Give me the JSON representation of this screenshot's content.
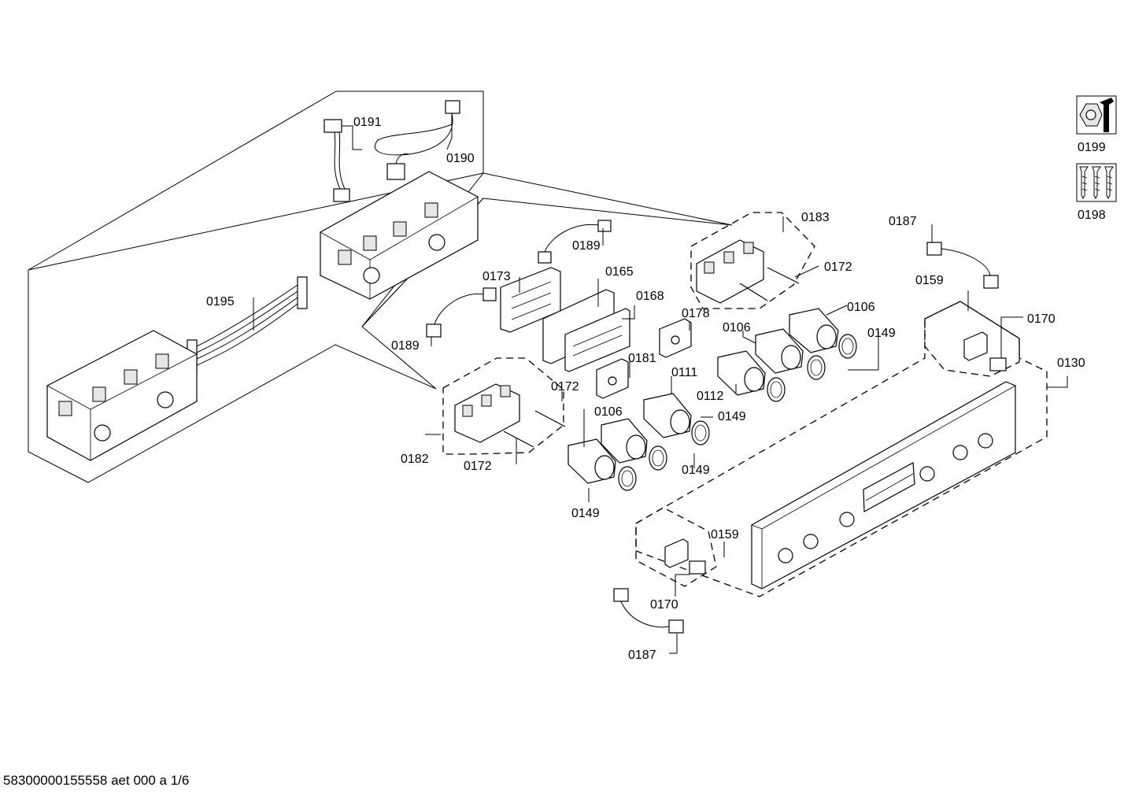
{
  "callouts": {
    "c0191": "0191",
    "c0190": "0190",
    "c0195": "0195",
    "c0189a": "0189",
    "c0189b": "0189",
    "c0173": "0173",
    "c0165": "0165",
    "c0168": "0168",
    "c0178": "0178",
    "c0181": "0181",
    "c0183": "0183",
    "c0172a": "0172",
    "c0172b": "0172",
    "c0172c": "0172",
    "c0106a": "0106",
    "c0106b": "0106",
    "c0106c": "0106",
    "c0111": "0111",
    "c0112": "0112",
    "c0149a": "0149",
    "c0149b": "0149",
    "c0149c": "0149",
    "c0149d": "0149",
    "c0182": "0182",
    "c0187a": "0187",
    "c0187b": "0187",
    "c0159a": "0159",
    "c0159b": "0159",
    "c0170a": "0170",
    "c0170b": "0170",
    "c0130": "0130",
    "c0199": "0199",
    "c0198": "0198"
  },
  "icons": {
    "tool": "wrench-nut-icon",
    "screws": "screws-icon"
  },
  "footer": {
    "document_id": "58300000155558 aet 000 a 1/6"
  }
}
